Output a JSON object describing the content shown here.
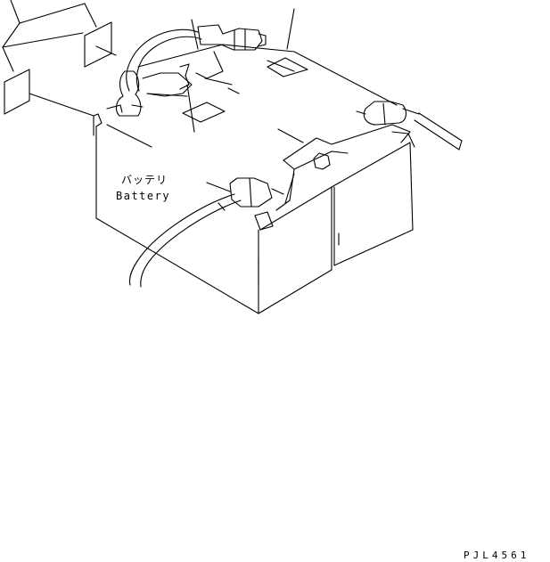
{
  "labels": {
    "battery_jp": "バッテリ",
    "battery_en": "Battery"
  },
  "drawing_code": "PJL4561",
  "colors": {
    "line": "#000000",
    "background": "#ffffff"
  }
}
